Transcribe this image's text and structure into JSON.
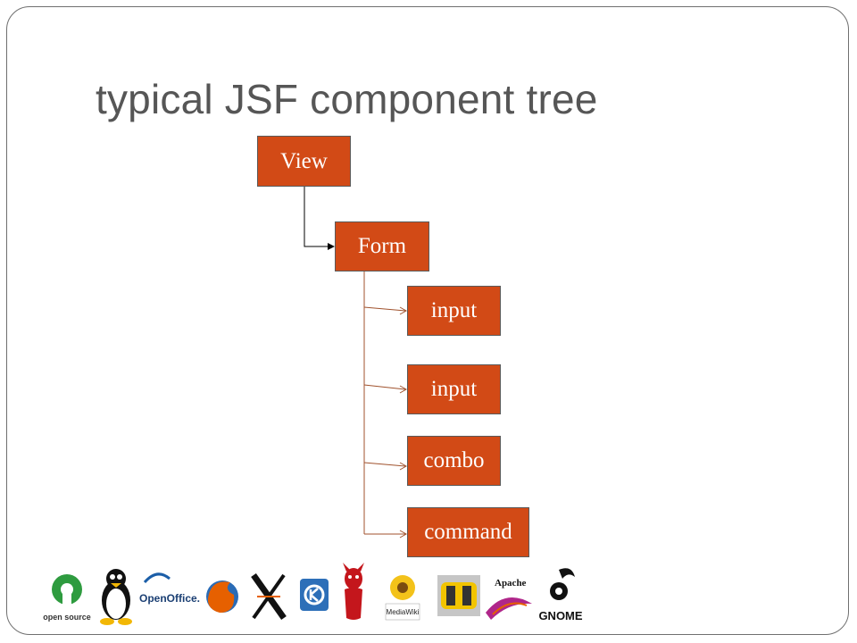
{
  "title": "typical JSF component tree",
  "nodes": {
    "view": "View",
    "form": "Form",
    "input1": "input",
    "input2": "input",
    "combo": "combo",
    "command": "command"
  },
  "logos": {
    "opensource": "open source",
    "openoffice": "OpenOffice.org",
    "mediawiki": "MediaWiki",
    "apache": "Apache",
    "gnome": "GNOME"
  },
  "colors": {
    "node_fill": "#d24a16",
    "connector_brown": "#a0522d",
    "title": "#565656"
  }
}
